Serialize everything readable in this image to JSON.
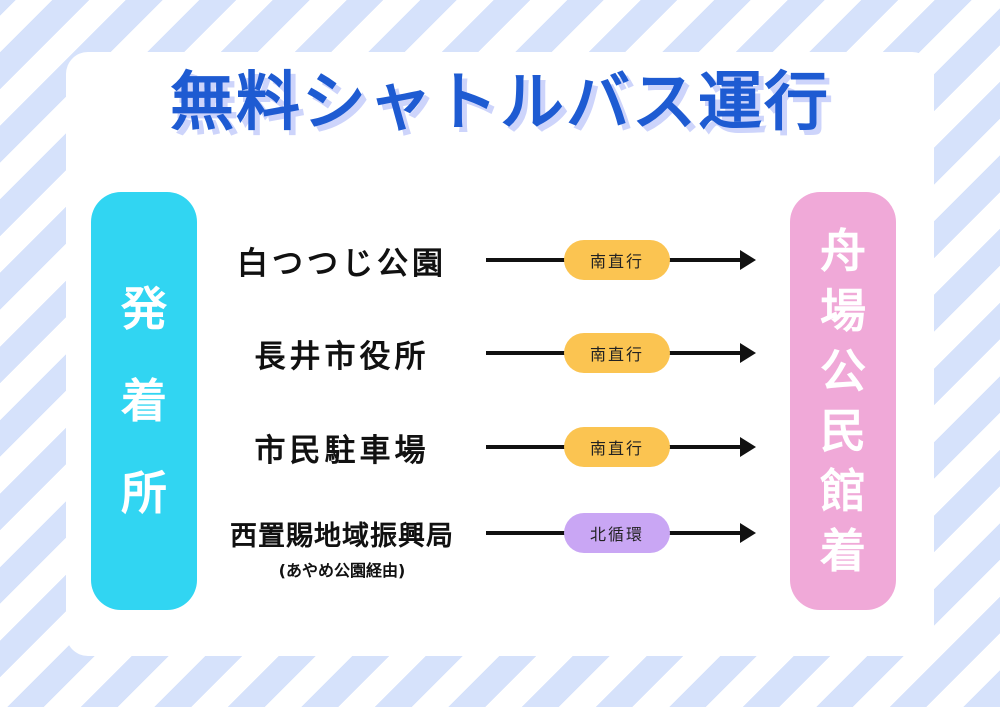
{
  "title": "無料シャトルバス運行",
  "origin_label": "発着所",
  "destination_label": "舟場公民館着",
  "routes": [
    {
      "stop": "白つつじ公園",
      "note": "",
      "badge": "南直行",
      "badge_type": "south"
    },
    {
      "stop": "長井市役所",
      "note": "",
      "badge": "南直行",
      "badge_type": "south"
    },
    {
      "stop": "市民駐車場",
      "note": "",
      "badge": "南直行",
      "badge_type": "south"
    },
    {
      "stop": "西置賜地域振興局",
      "note": "(あやめ公園経由)",
      "badge": "北循環",
      "badge_type": "north"
    }
  ],
  "colors": {
    "title": "#1e5bd2",
    "origin_pill": "#31d5f2",
    "destination_pill": "#f0a9d8",
    "south_badge": "#fbc451",
    "north_badge": "#c9a6f4"
  }
}
